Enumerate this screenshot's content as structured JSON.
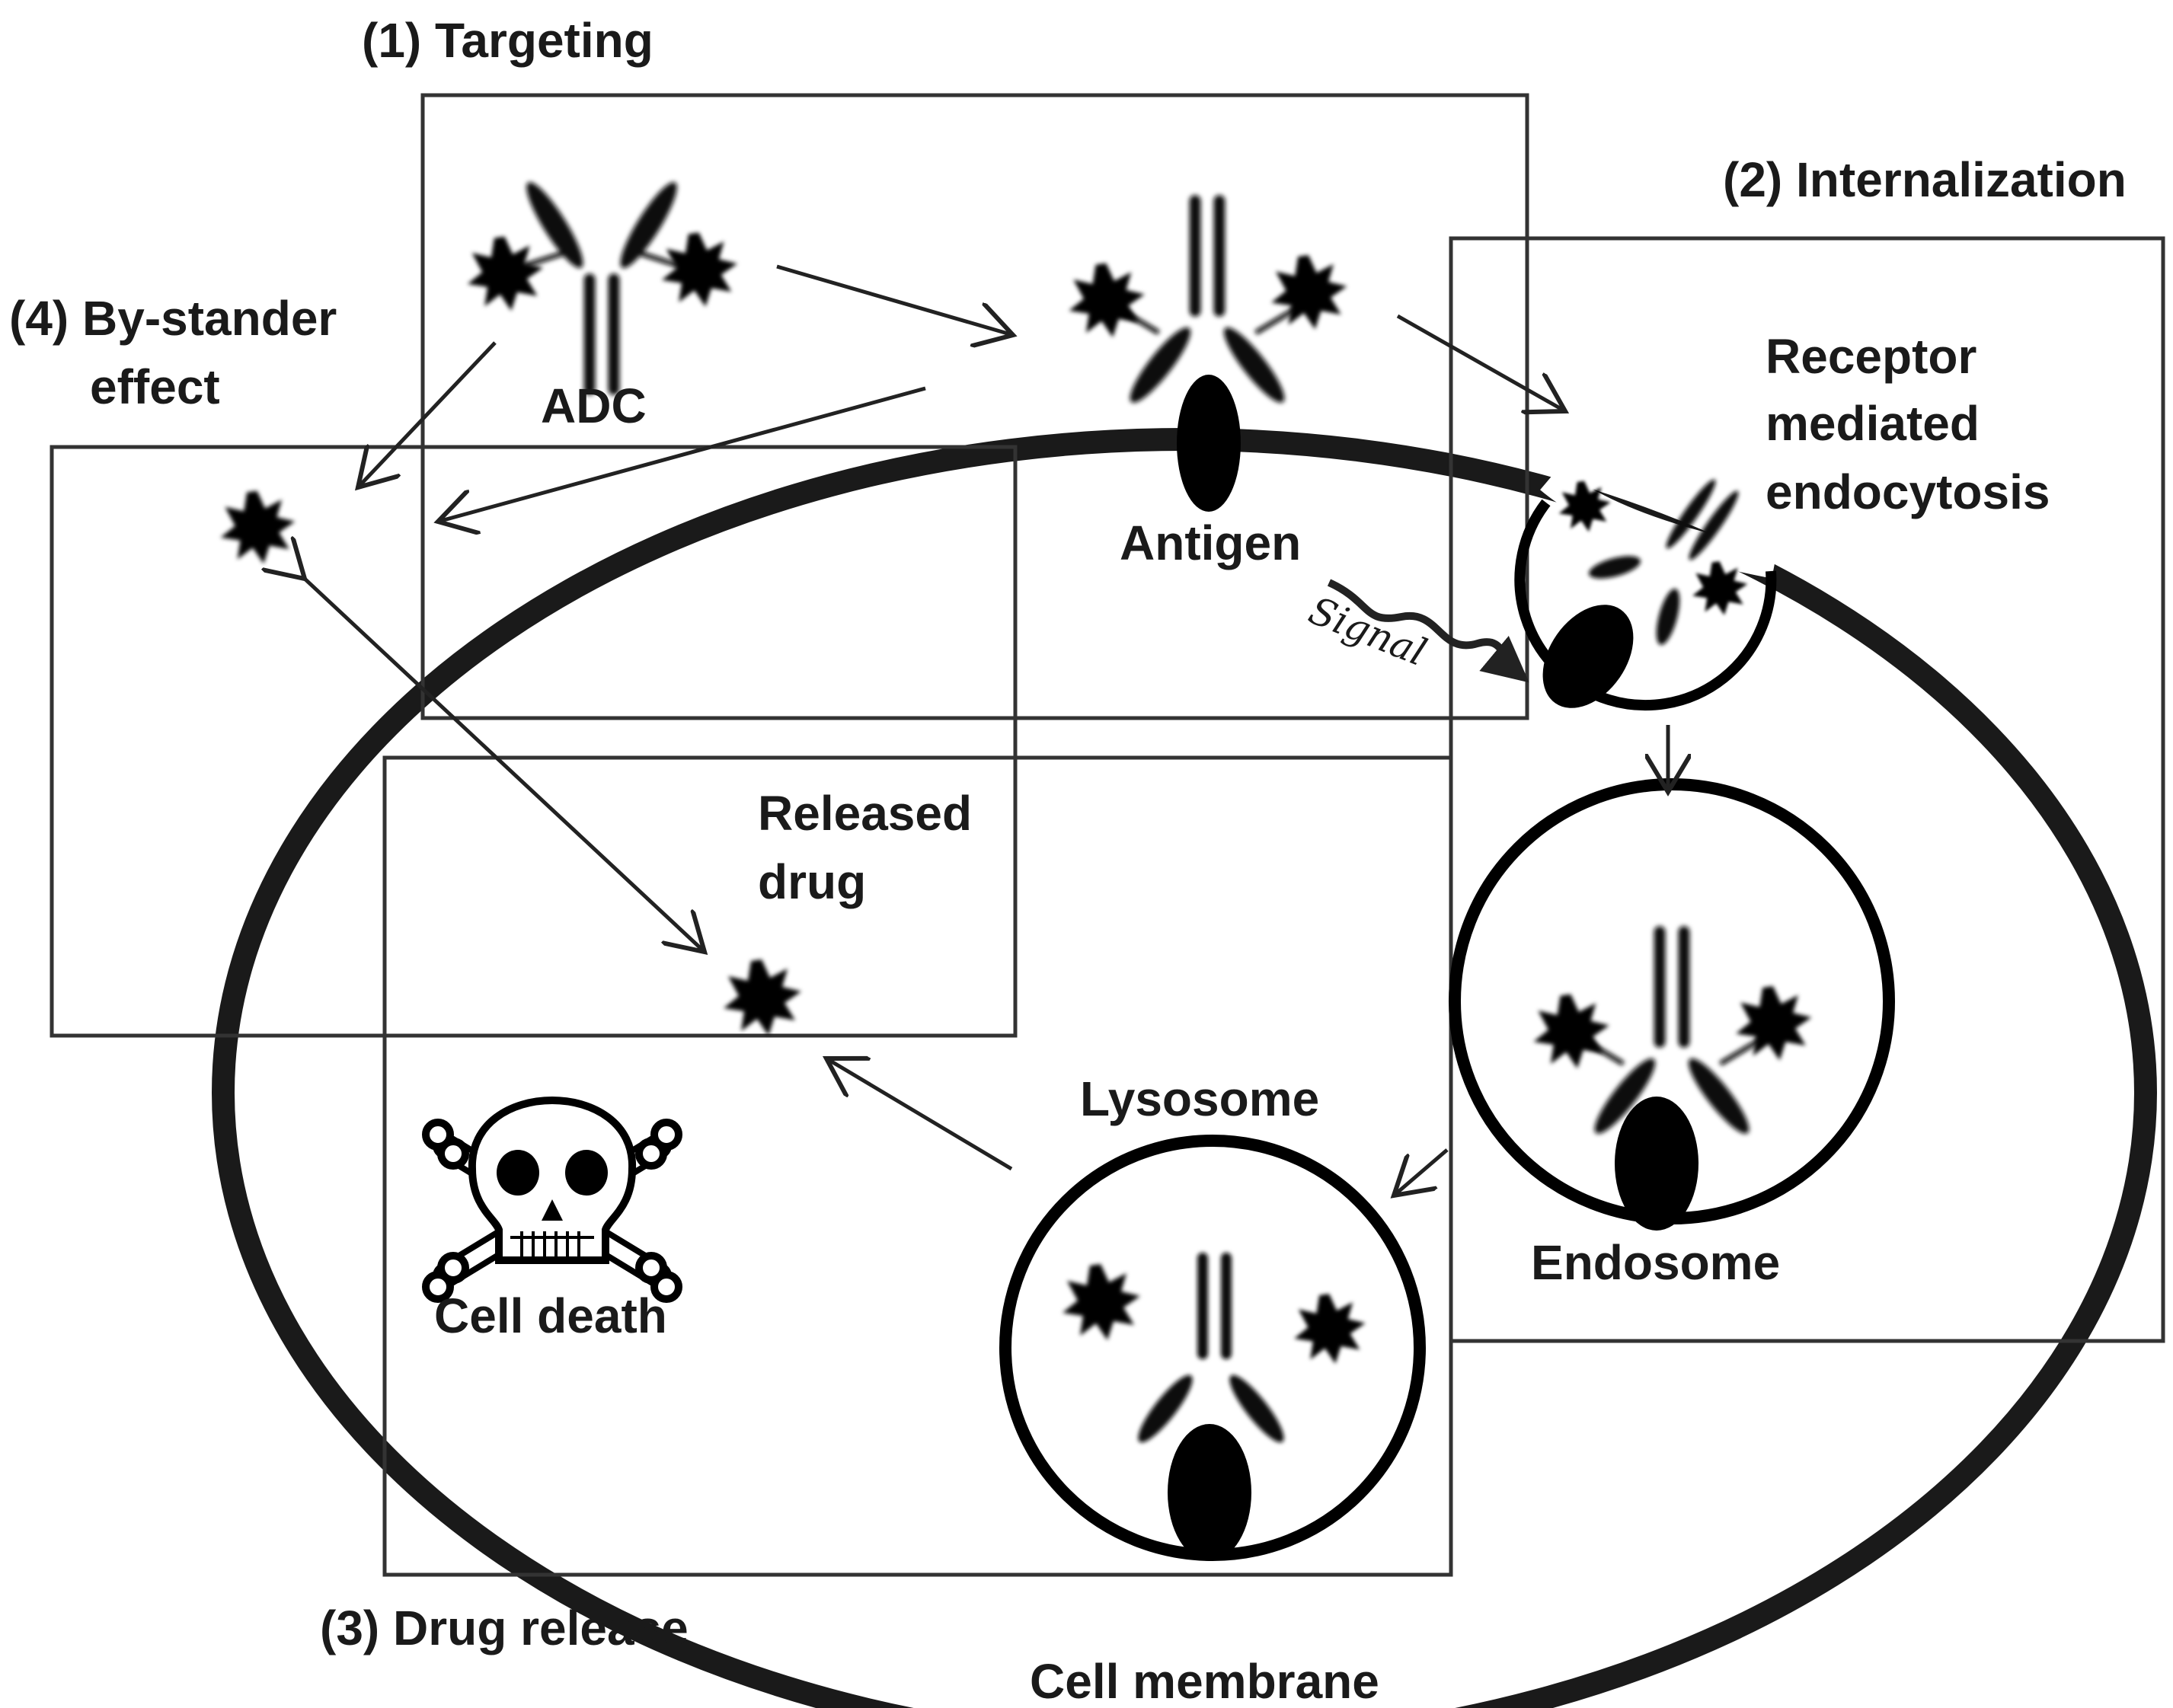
{
  "stages": {
    "targeting": "(1) Targeting",
    "internalization": "(2) Internalization",
    "drug_release": "(3) Drug release",
    "bystander_line1": "(4) By-stander",
    "bystander_line2": "effect"
  },
  "labels": {
    "adc": "ADC",
    "antigen": "Antigen",
    "signal": "Signal",
    "rme_line1": "Receptor",
    "rme_line2": "mediated",
    "rme_line3": "endocytosis",
    "released_line1": "Released",
    "released_line2": "drug",
    "lysosome": "Lysosome",
    "endosome": "Endosome",
    "cell_death": "Cell death",
    "cell_membrane": "Cell membrane"
  },
  "icons": {
    "adc_molecule": "antibody-drug-conjugate-icon",
    "drug_payload": "drug-payload-icon",
    "cell_death": "skull-crossbones-icon"
  },
  "colors": {
    "ink": "#000000",
    "line": "#333333",
    "background": "#ffffff"
  }
}
